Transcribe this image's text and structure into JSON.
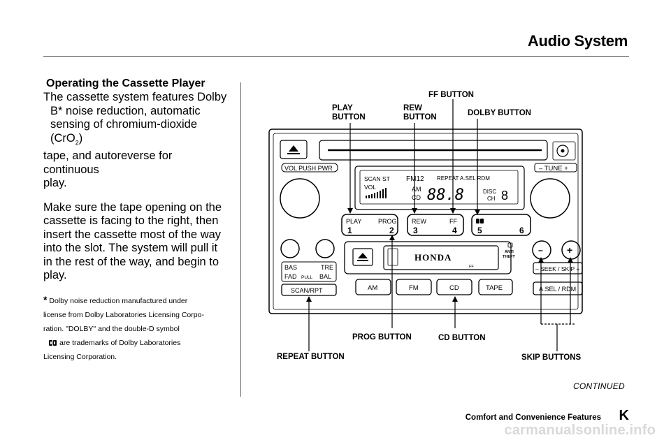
{
  "header": {
    "title": "Audio System"
  },
  "left": {
    "section_title": "Operating the Cassette Player",
    "para1_lines": [
      "The cassette system features Dolby",
      "B* noise reduction, automatic",
      "sensing of chromium-dioxide (CrO",
      "tape, and autoreverse for continuous",
      "play."
    ],
    "cro2_sub": "2",
    "cro2_close": ")",
    "para2_lines": [
      "Make sure the tape opening on the",
      "cassette is facing to the right, then",
      "insert the cassette most of the way",
      "into the slot. The system will pull it",
      "in the rest of the way, and begin to",
      "play."
    ],
    "footnote_star": "*",
    "footnote_lines": [
      "Dolby noise reduction manufactured under",
      "license from Dolby Laboratories Licensing Corpo-",
      "ration. \"DOLBY\" and the double-D symbol",
      "are trademarks of Dolby Laboratories",
      "Licensing Corporation."
    ]
  },
  "callouts": {
    "ff": "FF BUTTON",
    "play_1": "PLAY",
    "play_2": "BUTTON",
    "rew_1": "REW",
    "rew_2": "BUTTON",
    "dolby": "DOLBY BUTTON",
    "prog": "PROG BUTTON",
    "cd": "CD BUTTON",
    "repeat": "REPEAT BUTTON",
    "skip": "SKIP BUTTONS"
  },
  "radio": {
    "vol_push_pwr": "VOL PUSH PWR",
    "tune": "– TUNE +",
    "display_line1": "SCAN ST",
    "display_fm12": "FM12",
    "display_repeat": "REPEAT A.SEL RDM",
    "display_vol": "VOL",
    "display_am": "AM",
    "display_cd": "CD",
    "display_freq": "88.8",
    "display_disc": "DISC",
    "display_ch": "CH",
    "display_disc_num": "8",
    "preset1_label": "PLAY",
    "preset1_label2": "PROG",
    "preset1_n1": "1",
    "preset1_n2": "2",
    "preset2_label": "REW",
    "preset2_label2": "FF",
    "preset2_n1": "3",
    "preset2_n2": "4",
    "preset3_n1": "5",
    "preset3_n2": "6",
    "bas": "BAS",
    "tre": "TRE",
    "fad": "FAD",
    "pull": "PULL",
    "bal": "BAL",
    "scan_rpt": "SCAN/RPT",
    "brand": "HONDA",
    "anti_theft_1": "ANTI",
    "anti_theft_2": "THEFT",
    "am": "AM",
    "fm": "FM",
    "cd": "CD",
    "tape": "TAPE",
    "seek_skip": "– SEEK / SKIP +",
    "asel_rdm": "A.SEL / RDM",
    "minus": "–",
    "plus": "+",
    "tape_ff": "FF"
  },
  "footer": {
    "continued": "CONTINUED",
    "section": "Comfort and Convenience Features",
    "page_letter": "K",
    "watermark": "carmanualsonline.info"
  }
}
